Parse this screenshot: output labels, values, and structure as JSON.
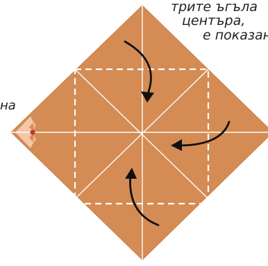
{
  "instruction_lines": [
    "трите ъгъла",
    "центъра,",
    "е показано"
  ],
  "side_label": "на",
  "colors": {
    "paper": "#d48c54",
    "paper_edge": "#c98049",
    "crease": "#ffffff",
    "fold_line": "#ffffff",
    "arrow": "#111111",
    "edge_layers": "#f3c7a8",
    "marker": "#c0392b"
  },
  "icons": {
    "fold_arrows": "curved-arrow-icon",
    "marker": "red-dot-icon"
  }
}
